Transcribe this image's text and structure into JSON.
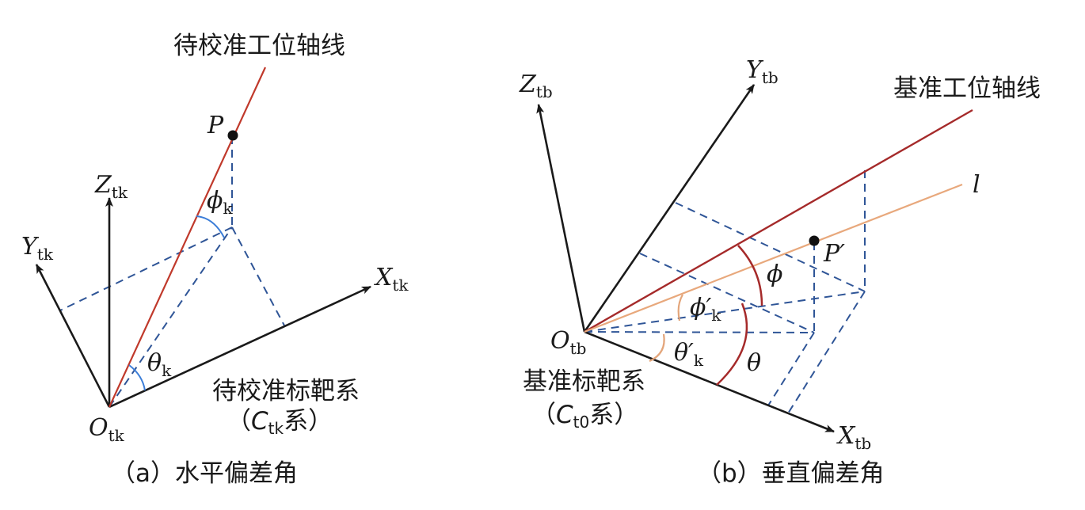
{
  "panel_a": {
    "axis_line_label": "待校准工位轴线",
    "frame_label_line1": "待校准标靶系",
    "frame_label_line2_open": "（",
    "frame_label_line2_C": "C",
    "frame_label_line2_sub": "tk",
    "frame_label_line2_close": "系）",
    "axes": {
      "Z": {
        "main": "Z",
        "sub": "tk"
      },
      "Y": {
        "main": "Y",
        "sub": "tk"
      },
      "X": {
        "main": "X",
        "sub": "tk"
      },
      "O": {
        "main": "O",
        "sub": "tk"
      }
    },
    "point_label": "P",
    "angle_phi": {
      "main": "ϕ",
      "sub": "k"
    },
    "angle_theta": {
      "main": "θ",
      "sub": "k"
    },
    "caption": "（a）水平偏差角",
    "colors": {
      "axis_line": "#c0392b",
      "dashed": "#2f5597",
      "arc": "#3b7dd8"
    }
  },
  "panel_b": {
    "axis_line_label": "基准工位轴线",
    "line_l_label": "l",
    "frame_label_line1": "基准标靶系",
    "frame_label_line2_open": "（",
    "frame_label_line2_C": "C",
    "frame_label_line2_sub": "t0",
    "frame_label_line2_close": "系）",
    "axes": {
      "Z": {
        "main": "Z",
        "sub": "tb"
      },
      "Y": {
        "main": "Y",
        "sub": "tb"
      },
      "X": {
        "main": "X",
        "sub": "tb"
      },
      "O": {
        "main": "O",
        "sub": "tb"
      }
    },
    "point_label": "P′",
    "angle_phi": "ϕ",
    "angle_phi_k": {
      "main": "ϕ′",
      "sub": "k"
    },
    "angle_theta": "θ",
    "angle_theta_k": {
      "main": "θ′",
      "sub": "k"
    },
    "caption": "（b）垂直偏差角",
    "colors": {
      "axis_line": "#a52a2a",
      "line_l": "#e8a87c",
      "dashed": "#2f5597"
    }
  }
}
